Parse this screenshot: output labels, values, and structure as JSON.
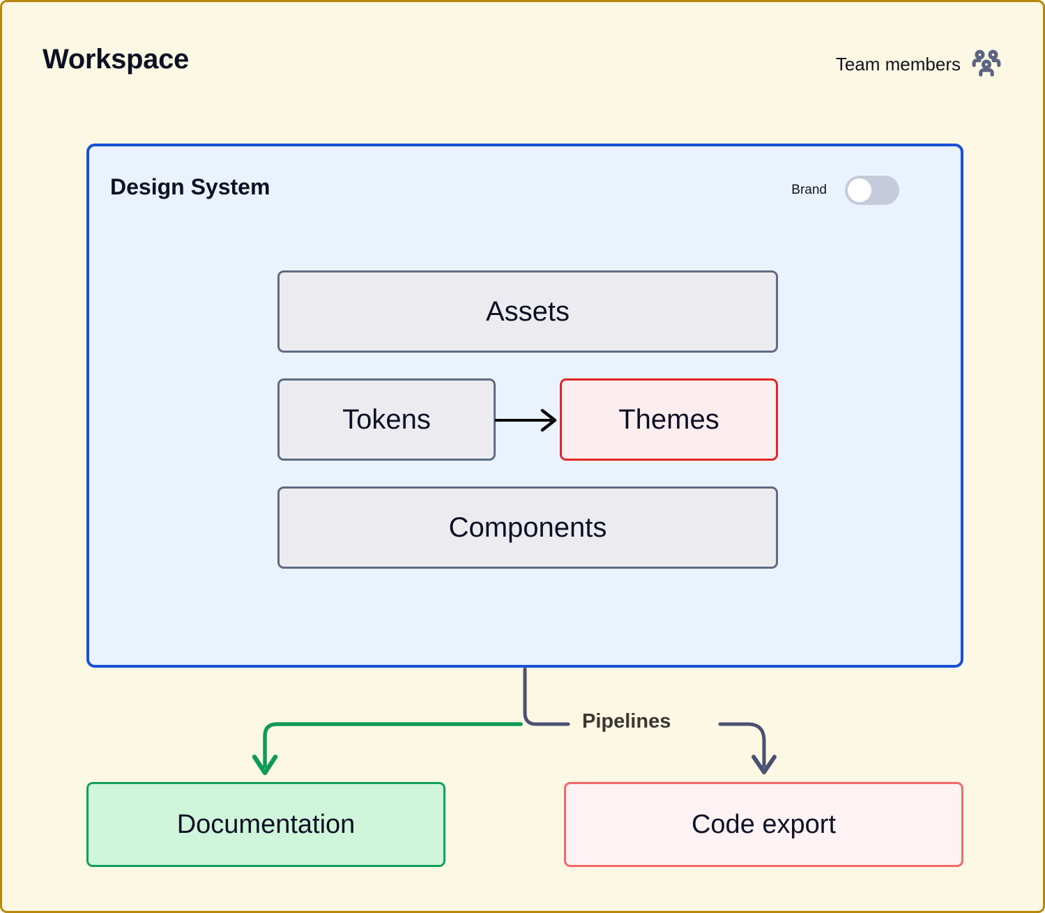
{
  "page": {
    "background_color": "#FDF8E3",
    "border_color": "#B8860B"
  },
  "header": {
    "title": "Workspace",
    "team": {
      "label": "Team members",
      "icon": "team-members-icon",
      "icon_color": "#5C6484"
    }
  },
  "design_system": {
    "title": "Design System",
    "border_color": "#1551D6",
    "background_color": "#EAF2FD",
    "brand_toggle": {
      "label": "Brand",
      "state": "off",
      "track_color": "#C5CBDA",
      "knob_color": "#FFFFFF"
    },
    "nodes": [
      {
        "id": "assets",
        "label": "Assets",
        "fill": "#ECECF0",
        "stroke": "#5E6B83"
      },
      {
        "id": "tokens",
        "label": "Tokens",
        "fill": "#ECECF0",
        "stroke": "#5E6B83"
      },
      {
        "id": "themes",
        "label": "Themes",
        "fill": "#FCEDEF",
        "stroke": "#E02424"
      },
      {
        "id": "components",
        "label": "Components",
        "fill": "#ECECF0",
        "stroke": "#5E6B83"
      }
    ],
    "edges": [
      {
        "id": "tokens-to-themes",
        "from": "tokens",
        "to": "themes",
        "color": "#000000"
      }
    ]
  },
  "pipelines": {
    "label": "Pipelines",
    "label_color": "#3A3632",
    "branches": [
      {
        "id": "documentation-branch",
        "target": "documentation",
        "color": "#0F9A57"
      },
      {
        "id": "code-export-branch",
        "target": "code-export",
        "color": "#4A5172"
      }
    ]
  },
  "outputs": [
    {
      "id": "documentation",
      "label": "Documentation",
      "fill": "#CFF5DA",
      "stroke": "#0FA05C"
    },
    {
      "id": "code-export",
      "label": "Code export",
      "fill": "#FDF3F4",
      "stroke": "#F4676A"
    }
  ]
}
